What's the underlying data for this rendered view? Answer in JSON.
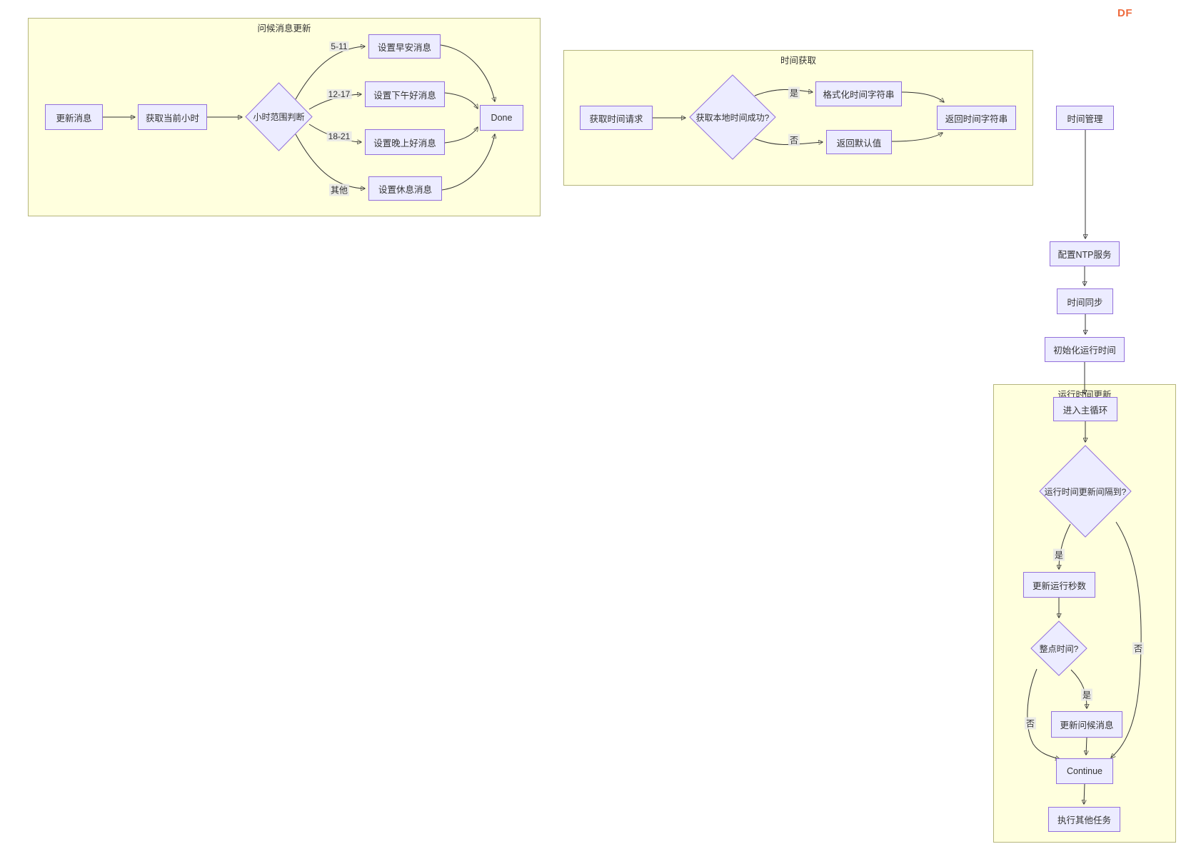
{
  "logo": {
    "text": "DF",
    "color": "#ee6a3c"
  },
  "colors": {
    "node_fill": "#ECECFF",
    "node_border": "#9370DB",
    "cluster_fill": "#ffffde",
    "cluster_border": "#b5b57d",
    "edge": "#333333",
    "edge_label_bg": "#e8e8e8",
    "logo": "#ee6a3c"
  },
  "clusters": {
    "greeting": {
      "title": "问候消息更新"
    },
    "time_fetch": {
      "title": "时间获取"
    },
    "runtime": {
      "title": "运行时间更新"
    }
  },
  "nodes": {
    "update_message": "更新消息",
    "get_current_hour": "获取当前小时",
    "hour_range_check": "小时范围判断",
    "set_morning": "设置早安消息",
    "set_afternoon": "设置下午好消息",
    "set_evening": "设置晚上好消息",
    "set_rest": "设置休息消息",
    "done": "Done",
    "get_time_request": "获取时间请求",
    "local_time_success": "获取本地时间成功?",
    "format_time_string": "格式化时间字符串",
    "return_default": "返回默认值",
    "return_time_string": "返回时间字符串",
    "time_management": "时间管理",
    "config_ntp": "配置NTP服务",
    "time_sync": "时间同步",
    "init_runtime": "初始化运行时间",
    "enter_main_loop": "进入主循环",
    "runtime_interval_check": "运行时间更新间隔到?",
    "update_run_seconds": "更新运行秒数",
    "hourly_check": "整点时间?",
    "update_greeting": "更新问候消息",
    "continue_node": "Continue",
    "other_tasks": "执行其他任务"
  },
  "edge_labels": {
    "range_5_11": "5-11",
    "range_12_17": "12-17",
    "range_18_21": "18-21",
    "range_other": "其他",
    "time_yes": "是",
    "time_no": "否",
    "interval_yes": "是",
    "hourly_yes": "是",
    "hourly_no": "否",
    "interval_no": "否"
  }
}
